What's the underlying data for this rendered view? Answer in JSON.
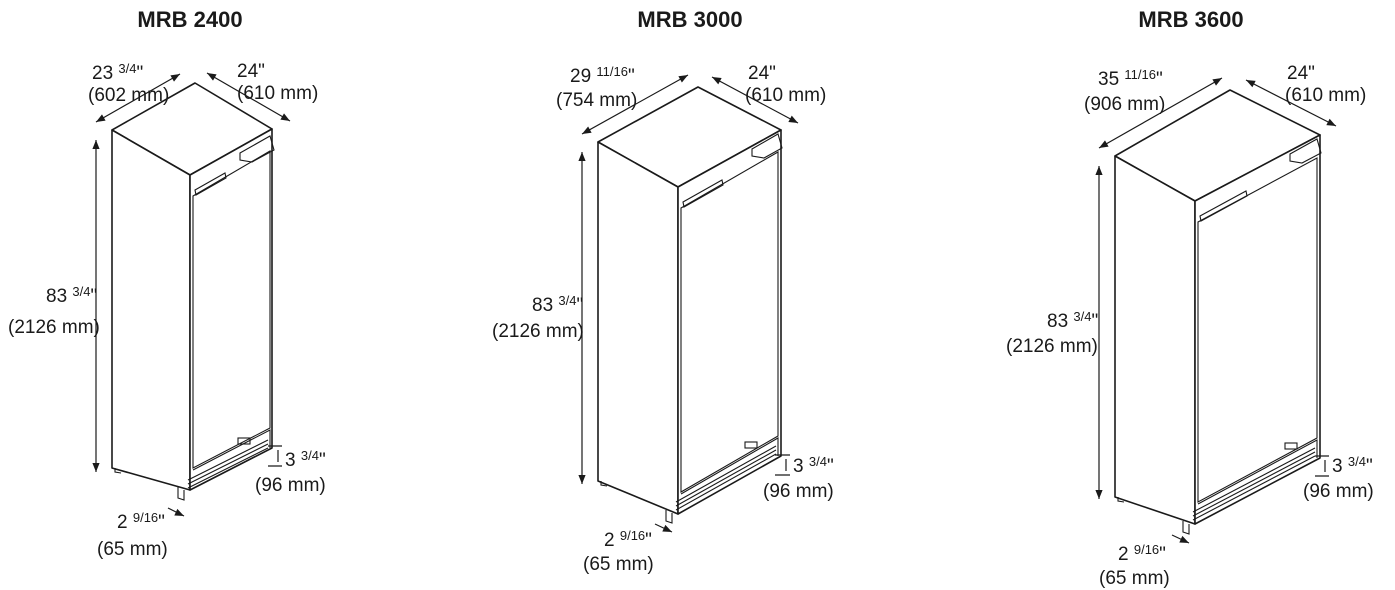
{
  "models": [
    {
      "title": "MRB 2400",
      "width": {
        "whole": "23 ",
        "frac": "3/4",
        "unit": "\"",
        "mm": "(602 mm)"
      },
      "depth": {
        "value": "24\"",
        "mm": "(610 mm)"
      },
      "height": {
        "whole": "83 ",
        "frac": "3/4",
        "unit": "\"",
        "mm": "(2126 mm)"
      },
      "toe_height": {
        "whole": "3 ",
        "frac": "3/4",
        "unit": "\"",
        "mm": "(96 mm)"
      },
      "toe_depth": {
        "whole": "2 ",
        "frac": "9/16",
        "unit": "\"",
        "mm": "(65 mm)"
      }
    },
    {
      "title": "MRB 3000",
      "width": {
        "whole": "29 ",
        "frac": "11/16",
        "unit": "\"",
        "mm": "(754 mm)"
      },
      "depth": {
        "value": "24\"",
        "mm": "(610 mm)"
      },
      "height": {
        "whole": "83 ",
        "frac": "3/4",
        "unit": "\"",
        "mm": "(2126 mm)"
      },
      "toe_height": {
        "whole": "3 ",
        "frac": "3/4",
        "unit": "\"",
        "mm": "(96 mm)"
      },
      "toe_depth": {
        "whole": "2 ",
        "frac": "9/16",
        "unit": "\"",
        "mm": "(65 mm)"
      }
    },
    {
      "title": "MRB 3600",
      "width": {
        "whole": "35 ",
        "frac": "11/16",
        "unit": "\"",
        "mm": "(906 mm)"
      },
      "depth": {
        "value": "24\"",
        "mm": "(610 mm)"
      },
      "height": {
        "whole": "83 ",
        "frac": "3/4",
        "unit": "\"",
        "mm": "(2126 mm)"
      },
      "toe_height": {
        "whole": "3 ",
        "frac": "3/4",
        "unit": "\"",
        "mm": "(96 mm)"
      },
      "toe_depth": {
        "whole": "2 ",
        "frac": "9/16",
        "unit": "\"",
        "mm": "(65 mm)"
      }
    }
  ]
}
